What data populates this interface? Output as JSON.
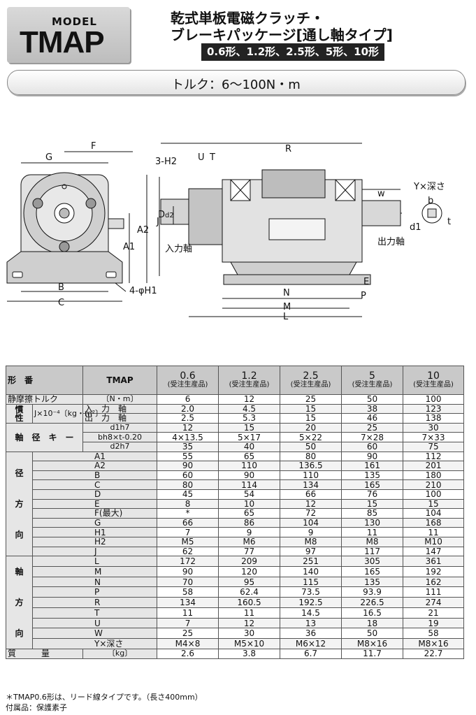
{
  "header": {
    "model_label": "MODEL",
    "model_name": "TMAP",
    "title_line1": "乾式単板電磁クラッチ・",
    "title_line2": "ブレーキパッケージ[通し軸タイプ]",
    "sizes": "0.6形、1.2形、2.5形、5形、10形",
    "torque": "トルク：6～100N・m"
  },
  "drawing": {
    "labels": {
      "F": "F",
      "G": "G",
      "A2": "A2",
      "A1": "A1",
      "J": "J",
      "B": "B",
      "C": "C",
      "H1": "4-φH1",
      "H2": "3-H2",
      "U": "U",
      "T": "T",
      "R": "R",
      "YX": "Y×深さ",
      "W": "w",
      "b": "b",
      "t": "t",
      "d1": "d1",
      "D": "D",
      "d2": "d2",
      "input_shaft": "入力軸",
      "output_shaft": "出力軸",
      "E": "E",
      "N": "N",
      "P": "P",
      "M": "M",
      "L": "L"
    }
  },
  "table": {
    "header": {
      "col1": "形　番",
      "col2": "TMAP",
      "sizes": [
        "0.6",
        "1.2",
        "2.5",
        "5",
        "10"
      ],
      "notes": [
        "(受注生産品)",
        "(受注生産品)",
        "(受注生産品)",
        "(受注生産品)",
        "(受注生産品)"
      ]
    },
    "rows": [
      {
        "label": "静摩擦トルク",
        "unit": "〔N・m〕",
        "values": [
          "6",
          "12",
          "25",
          "50",
          "100"
        ]
      },
      {
        "group": "慣性",
        "unit": "J×10⁻⁴〔kg・m²〕",
        "label": "入　力　軸",
        "values": [
          "2.0",
          "4.5",
          "15",
          "38",
          "123"
        ]
      },
      {
        "label": "出　力　軸",
        "values": [
          "2.5",
          "5.3",
          "15",
          "46",
          "138"
        ]
      },
      {
        "group": "軸　径　キ　ー",
        "label": "d1h7",
        "values": [
          "12",
          "15",
          "20",
          "25",
          "30"
        ]
      },
      {
        "label": "bh8×t-0.20",
        "values": [
          "4×13.5",
          "5×17",
          "5×22",
          "7×28",
          "7×33"
        ]
      },
      {
        "label": "d2h7",
        "values": [
          "35",
          "40",
          "50",
          "60",
          "75"
        ]
      },
      {
        "group": "径方向",
        "label": "A1",
        "values": [
          "55",
          "65",
          "80",
          "90",
          "112"
        ]
      },
      {
        "label": "A2",
        "values": [
          "90",
          "110",
          "136.5",
          "161",
          "201"
        ]
      },
      {
        "label": "B",
        "values": [
          "60",
          "90",
          "110",
          "135",
          "180"
        ]
      },
      {
        "label": "C",
        "values": [
          "80",
          "114",
          "134",
          "165",
          "210"
        ]
      },
      {
        "label": "D",
        "values": [
          "45",
          "54",
          "66",
          "76",
          "100"
        ]
      },
      {
        "label": "E",
        "values": [
          "8",
          "10",
          "12",
          "15",
          "15"
        ]
      },
      {
        "label": "F",
        "label_extra": "(最大)",
        "values": [
          "*",
          "65",
          "72",
          "85",
          "104"
        ]
      },
      {
        "label": "G",
        "values": [
          "66",
          "86",
          "104",
          "130",
          "168"
        ]
      },
      {
        "label": "H1",
        "values": [
          "7",
          "9",
          "9",
          "11",
          "11"
        ]
      },
      {
        "label": "H2",
        "values": [
          "M5",
          "M6",
          "M8",
          "M8",
          "M10"
        ]
      },
      {
        "label": "J",
        "values": [
          "62",
          "77",
          "97",
          "117",
          "147"
        ]
      },
      {
        "group": "軸方向",
        "label": "L",
        "values": [
          "172",
          "209",
          "251",
          "305",
          "361"
        ]
      },
      {
        "label": "M",
        "values": [
          "90",
          "120",
          "140",
          "165",
          "192"
        ]
      },
      {
        "label": "N",
        "values": [
          "70",
          "95",
          "115",
          "135",
          "162"
        ]
      },
      {
        "label": "P",
        "values": [
          "58",
          "62.4",
          "73.5",
          "93.9",
          "111"
        ]
      },
      {
        "label": "R",
        "values": [
          "134",
          "160.5",
          "192.5",
          "226.5",
          "274"
        ]
      },
      {
        "label": "T",
        "values": [
          "11",
          "11",
          "14.5",
          "16.5",
          "21"
        ]
      },
      {
        "label": "U",
        "values": [
          "7",
          "12",
          "13",
          "18",
          "19"
        ]
      },
      {
        "label": "W",
        "values": [
          "25",
          "30",
          "36",
          "50",
          "58"
        ]
      },
      {
        "label": "Y×深さ",
        "values": [
          "M4×8",
          "M5×10",
          "M6×12",
          "M8×16",
          "M8×16"
        ]
      },
      {
        "label": "質　　　量",
        "unit": "〔kg〕",
        "values": [
          "2.6",
          "3.8",
          "6.7",
          "11.7",
          "22.7"
        ]
      }
    ],
    "group_labels": {
      "radial": [
        "径",
        "方",
        "向"
      ],
      "axial": [
        "軸",
        "方",
        "向"
      ],
      "inertia": [
        "慣",
        "性"
      ]
    }
  },
  "footnotes": [
    "＊TMAP0.6形は、リード線タイプです。（長さ400mm）",
    "付属品：保護素子"
  ]
}
